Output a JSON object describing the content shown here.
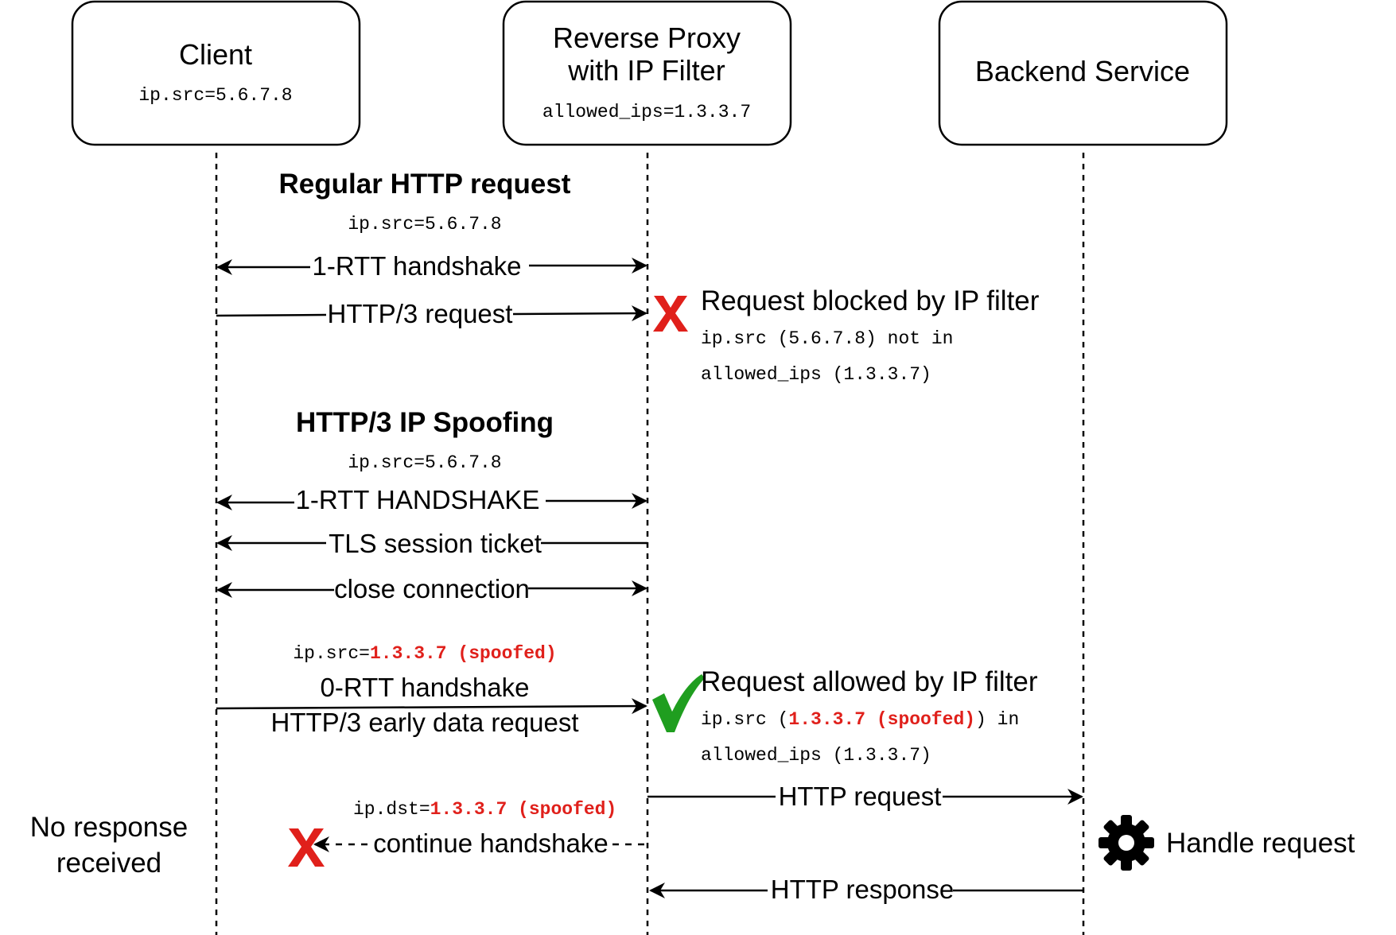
{
  "participants": {
    "client": {
      "name": "Client",
      "ip": "ip.src=5.6.7.8"
    },
    "proxy": {
      "name_line1": "Reverse Proxy",
      "name_line2": "with IP Filter",
      "config": "allowed_ips=1.3.3.7"
    },
    "backend": {
      "name": "Backend Service"
    }
  },
  "section1": {
    "title": "Regular HTTP request",
    "src": "ip.src=5.6.7.8",
    "msg_handshake": "1-RTT handshake",
    "msg_request": "HTTP/3 request",
    "blocked": {
      "title": "Request blocked by IP filter",
      "line1": "ip.src (5.6.7.8) not in",
      "line2": "allowed_ips (1.3.3.7)"
    }
  },
  "section2": {
    "title": "HTTP/3 IP Spoofing",
    "src": "ip.src=5.6.7.8",
    "msg_handshake": "1-RTT HANDSHAKE",
    "msg_ticket": "TLS session ticket",
    "msg_close": "close connection",
    "spoof_src_prefix": "ip.src=",
    "spoof_src_value": "1.3.3.7 (spoofed)",
    "msg_0rtt_line1": "0-RTT handshake",
    "msg_0rtt_line2": "HTTP/3 early data request",
    "allowed": {
      "title": "Request allowed by IP filter",
      "line1_prefix": "ip.src (",
      "line1_value": "1.3.3.7 (spoofed)",
      "line1_suffix": ") in",
      "line2": "allowed_ips (1.3.3.7)"
    },
    "msg_http_request": "HTTP request",
    "dst_prefix": "ip.dst=",
    "dst_value": "1.3.3.7 (spoofed)",
    "msg_continue": "continue handshake",
    "no_response_line1": "No response",
    "no_response_line2": "received",
    "handle_request": "Handle request",
    "msg_http_response": "HTTP response"
  },
  "icons": {
    "blocked_mark": "cross-icon",
    "allowed_mark": "checkmark-icon",
    "dropped_mark": "cross-icon",
    "handler": "gear-icon"
  },
  "colors": {
    "red": "#e0201b",
    "green": "#1f9e1f",
    "line": "#000000"
  }
}
